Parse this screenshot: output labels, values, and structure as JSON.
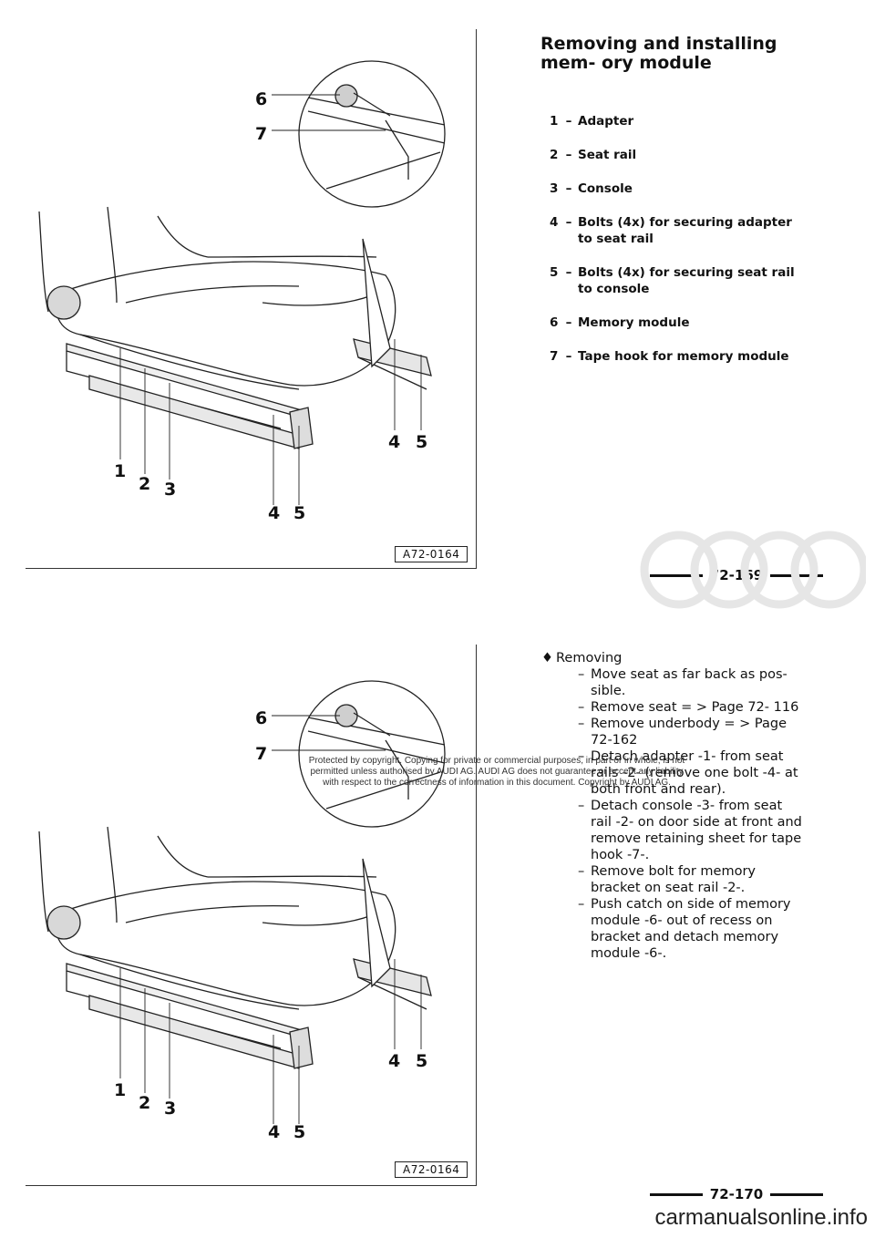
{
  "top": {
    "title": "Removing and installing mem- ory module",
    "legend": [
      {
        "num": "1",
        "text": "Adapter"
      },
      {
        "num": "2",
        "text": "Seat rail"
      },
      {
        "num": "3",
        "text": "Console"
      },
      {
        "num": "4",
        "text": "Bolts (4x) for securing adapter to seat rail"
      },
      {
        "num": "5",
        "text": "Bolts (4x) for securing seat rail to console"
      },
      {
        "num": "6",
        "text": "Memory module"
      },
      {
        "num": "7",
        "text": "Tape hook for memory module"
      }
    ],
    "figure_id": "A72-0164",
    "page_number": "72-169"
  },
  "bottom": {
    "heading": "Removing",
    "steps": [
      "Move seat as far back as pos- sible.",
      "Remove seat = > Page  72- 116",
      "Remove underbody = > Page 72-162",
      "Detach adapter -1- from seat rails -2- (remove one bolt -4- at both front and rear).",
      "Detach console -3- from seat rail -2- on door side at front and remove retaining sheet for tape hook -7-.",
      "Remove bolt for memory bracket on seat rail -2-.",
      "Push catch on side of memory module -6- out of recess on bracket and detach memory module -6-."
    ],
    "figure_id": "A72-0164",
    "page_number": "72-170"
  },
  "callouts": {
    "c1": "1",
    "c2": "2",
    "c3": "3",
    "c4": "4",
    "c5": "5",
    "c6": "6",
    "c7": "7"
  },
  "dash": "–",
  "diamond": "♦",
  "watermark_lines": [
    "Protected by copyright. Copying for private or commercial purposes, in part or in whole, is not",
    "permitted unless authorised by AUDI AG. AUDI AG does not guarantee or accept any liability",
    "with respect to the correctness of information in this document. Copyright by AUDI AG."
  ],
  "site": "carmanualsonline.info"
}
